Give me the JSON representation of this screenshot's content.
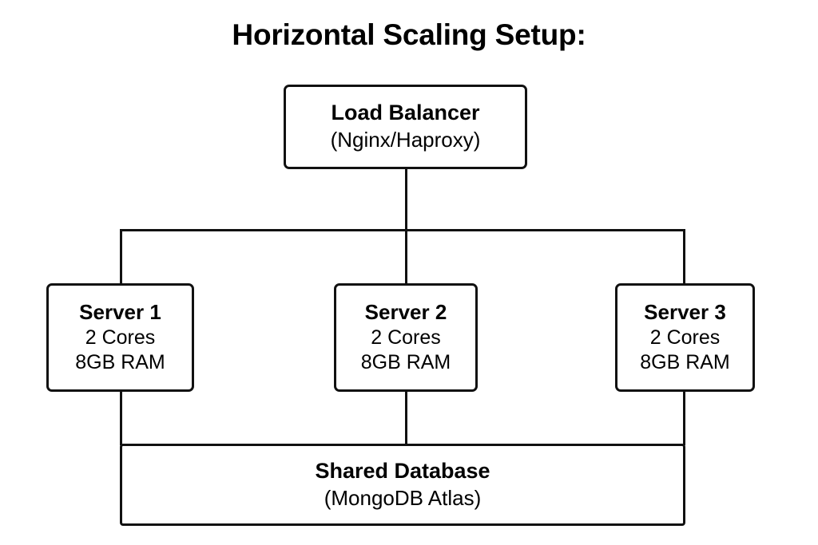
{
  "diagram": {
    "title": "Horizontal Scaling Setup:",
    "type": "architecture-flow",
    "background_color": "#ffffff",
    "line_color": "#111111",
    "text_color": "#000000",
    "nodes": {
      "load_balancer": {
        "title": "Load Balancer",
        "subtitle": "(Nginx/Haproxy)"
      },
      "servers": [
        {
          "title": "Server 1",
          "cores": "2 Cores",
          "memory": "8GB RAM"
        },
        {
          "title": "Server 2",
          "cores": "2 Cores",
          "memory": "8GB RAM"
        },
        {
          "title": "Server 3",
          "cores": "2 Cores",
          "memory": "8GB RAM"
        }
      ],
      "database": {
        "title": "Shared Database",
        "subtitle": "(MongoDB Atlas)"
      }
    }
  }
}
